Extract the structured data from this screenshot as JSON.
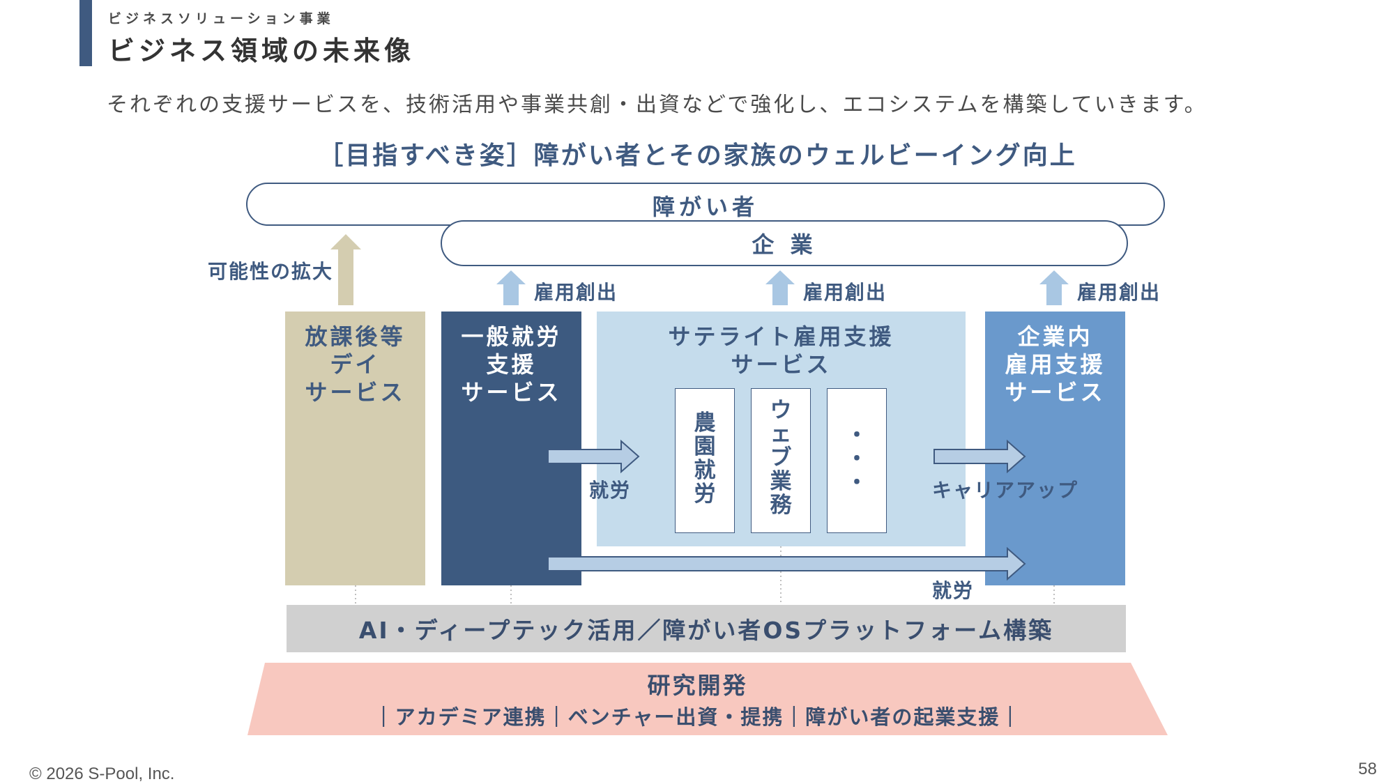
{
  "header": {
    "subtitle": "ビジネスソリューション事業",
    "title": "ビジネス領域の未来像",
    "lead": "それぞれの支援サービスを、技術活用や事業共創・出資などで強化し、エコシステムを構築していきます。"
  },
  "goal": "［目指すべき姿］障がい者とその家族のウェルビーイング向上",
  "pills": {
    "disabled_people": "障がい者",
    "companies": "企 業"
  },
  "up_arrows": {
    "expand_label": "可能性の拡大",
    "job_creation_label": "雇用創出"
  },
  "columns": {
    "after_school": [
      "放課後等",
      "デイ",
      "サービス"
    ],
    "general": [
      "一般就労",
      "支援",
      "サービス"
    ],
    "satellite": [
      "サテライト雇用支援",
      "サービス"
    ],
    "inhouse": [
      "企業内",
      "雇用支援",
      "サービス"
    ]
  },
  "satellite_jobs": {
    "farm": "農園就労",
    "web": "ウェブ業務",
    "etc": "・・・"
  },
  "flows": {
    "employment_1": "就労",
    "career_up": "キャリアアップ",
    "employment_2": "就労"
  },
  "platform": "AI・ディープテック活用／障がい者OSプラットフォーム構築",
  "rnd": {
    "title": "研究開発",
    "items_line": "｜アカデミア連携｜ベンチャー出資・提携｜障がい者の起業支援｜"
  },
  "colors": {
    "navy": "#3d5a80",
    "beige": "#d4cdb0",
    "light_blue": "#c5dcec",
    "mid_blue": "#6a99cc",
    "pink": "#f8c8bf",
    "gray": "#d0d0d0"
  },
  "footer": {
    "copyright": "© 2026 S-Pool, Inc.",
    "page_number": "58"
  }
}
